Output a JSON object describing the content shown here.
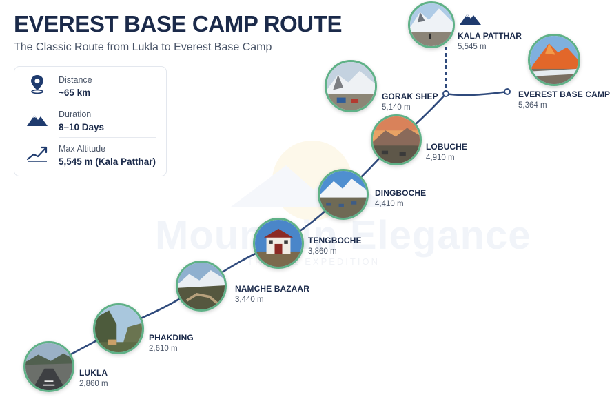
{
  "header": {
    "title": "EVEREST BASE CAMP ROUTE",
    "subtitle": "The Classic Route from Lukla to Everest Base Camp"
  },
  "stats": [
    {
      "label": "Distance",
      "value": "~65 km",
      "icon": "location-pin-icon"
    },
    {
      "label": "Duration",
      "value": "8–10 Days",
      "icon": "mountain-icon"
    },
    {
      "label": "Max Altitude",
      "value": "5,545 m (Kala Patthar)",
      "icon": "trend-up-icon"
    }
  ],
  "watermark": {
    "brand": "Mountain Elegance",
    "tagline": "TREKS & EXPEDITION"
  },
  "stops": [
    {
      "name": "LUKLA",
      "altitude": "2,860 m"
    },
    {
      "name": "PHAKDING",
      "altitude": "2,610 m"
    },
    {
      "name": "NAMCHE BAZAAR",
      "altitude": "3,440 m"
    },
    {
      "name": "TENGBOCHE",
      "altitude": "3,860 m"
    },
    {
      "name": "DINGBOCHE",
      "altitude": "4,410 m"
    },
    {
      "name": "LOBUCHE",
      "altitude": "4,910 m"
    },
    {
      "name": "GORAK SHEP",
      "altitude": "5,140 m"
    },
    {
      "name": "EVEREST BASE CAMP",
      "altitude": "5,364 m"
    },
    {
      "name": "KALA PATTHAR",
      "altitude": "5,545 m"
    }
  ],
  "colors": {
    "route": "#2f4a7c",
    "photo_border": "#5fb187",
    "title": "#1b2a4a"
  }
}
